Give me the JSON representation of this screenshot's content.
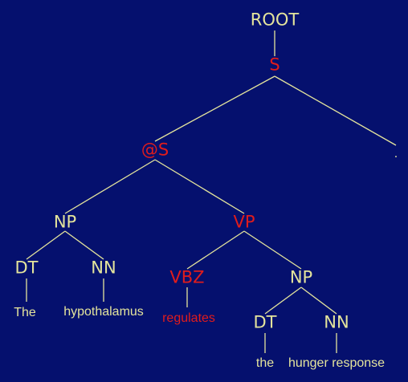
{
  "colors": {
    "background": "#05106e",
    "edge": "#e4e49c",
    "label": "#e4e49c",
    "highlight": "#e01c1c"
  },
  "tree": {
    "nodes": [
      {
        "id": "root",
        "label": "ROOT",
        "kind": "category",
        "highlight": false
      },
      {
        "id": "s",
        "label": "S",
        "kind": "category",
        "highlight": true
      },
      {
        "id": "at_s",
        "label": "@S",
        "kind": "category",
        "highlight": true
      },
      {
        "id": "period",
        "label": ".",
        "kind": "word",
        "highlight": false
      },
      {
        "id": "np1",
        "label": "NP",
        "kind": "category",
        "highlight": false
      },
      {
        "id": "vp",
        "label": "VP",
        "kind": "category",
        "highlight": true
      },
      {
        "id": "dt1",
        "label": "DT",
        "kind": "category",
        "highlight": false
      },
      {
        "id": "nn1",
        "label": "NN",
        "kind": "category",
        "highlight": false
      },
      {
        "id": "w_the1",
        "label": "The",
        "kind": "word",
        "highlight": false
      },
      {
        "id": "w_hypo",
        "label": "hypothalamus",
        "kind": "word",
        "highlight": false
      },
      {
        "id": "vbz",
        "label": "VBZ",
        "kind": "category",
        "highlight": true
      },
      {
        "id": "np2",
        "label": "NP",
        "kind": "category",
        "highlight": false
      },
      {
        "id": "w_reg",
        "label": "regulates",
        "kind": "word",
        "highlight": true
      },
      {
        "id": "dt2",
        "label": "DT",
        "kind": "category",
        "highlight": false
      },
      {
        "id": "nn2",
        "label": "NN",
        "kind": "category",
        "highlight": false
      },
      {
        "id": "w_the2",
        "label": "the",
        "kind": "word",
        "highlight": false
      },
      {
        "id": "w_hunger",
        "label": "hunger response",
        "kind": "word",
        "highlight": false
      }
    ],
    "edges": [
      [
        "root",
        "s"
      ],
      [
        "s",
        "at_s"
      ],
      [
        "s",
        "period"
      ],
      [
        "at_s",
        "np1"
      ],
      [
        "at_s",
        "vp"
      ],
      [
        "np1",
        "dt1"
      ],
      [
        "np1",
        "nn1"
      ],
      [
        "dt1",
        "w_the1"
      ],
      [
        "nn1",
        "w_hypo"
      ],
      [
        "vp",
        "vbz"
      ],
      [
        "vp",
        "np2"
      ],
      [
        "vbz",
        "w_reg"
      ],
      [
        "np2",
        "dt2"
      ],
      [
        "np2",
        "nn2"
      ],
      [
        "dt2",
        "w_the2"
      ],
      [
        "nn2",
        "w_hunger"
      ]
    ]
  }
}
